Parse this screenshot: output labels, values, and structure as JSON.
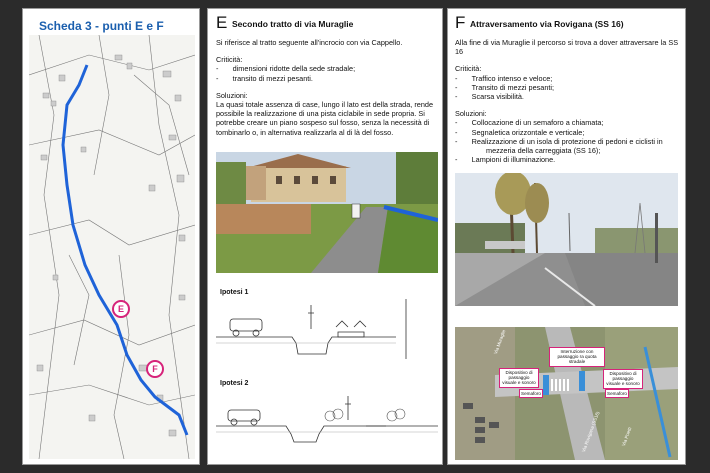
{
  "panel1": {
    "title": "Scheda 3 - punti E e F",
    "marker_e": "E",
    "marker_f": "F"
  },
  "panel2": {
    "letter": "E",
    "heading": "Secondo tratto di via Muraglie",
    "intro": "Si riferisce al tratto seguente all'incrocio con via Cappello.",
    "criticita_label": "Criticità:",
    "criticita": [
      "dimensioni ridotte della sede stradale;",
      "transito di mezzi pesanti."
    ],
    "soluzioni_label": "Soluzioni:",
    "soluzioni_text": "La quasi totale assenza di case, lungo il lato est della strada, rende possibile la realizzazione di una pista ciclabile in sede propria. Si potrebbe creare un piano sospeso sul fosso, senza la necessità di tombinarlo o, in alternativa realizzarla al di là del fosso.",
    "ipotesi1": "Ipotesi 1",
    "ipotesi2": "Ipotesi 2"
  },
  "panel3": {
    "letter": "F",
    "heading": "Attraversamento via Rovigana (SS 16)",
    "intro": "Alla fine di via Muraglie il percorso si trova a dover attraversare la SS 16",
    "criticita_label": "Criticità:",
    "criticita": [
      "Traffico intenso e veloce;",
      "Transito di mezzi pesanti;",
      "Scarsa visibilità."
    ],
    "soluzioni_label": "Soluzioni:",
    "soluzioni": [
      "Collocazione di un semaforo a chiamata;",
      "Segnaletica orizzontale e verticale;",
      "Realizzazione di un isola di protezione di pedoni e ciclisti in mezzeria della carreggiata (SS 16);",
      "Lampioni di illuminazione."
    ],
    "annotations": {
      "interruzione": "Interruzione con passaggio ra quota stradale",
      "dispositivo_left": "Dispositivo di passaggio visuale e sonoro",
      "dispositivo_right": "Dispositivo di passaggio visuale e sonoro",
      "semaforo_left": "Semaforo",
      "semaforo_right": "Semaforo",
      "via_muraglie": "Via Muraglie",
      "via_rovigana": "Via Rovigana (SS16)",
      "via_poetti": "Via Poetti"
    }
  }
}
